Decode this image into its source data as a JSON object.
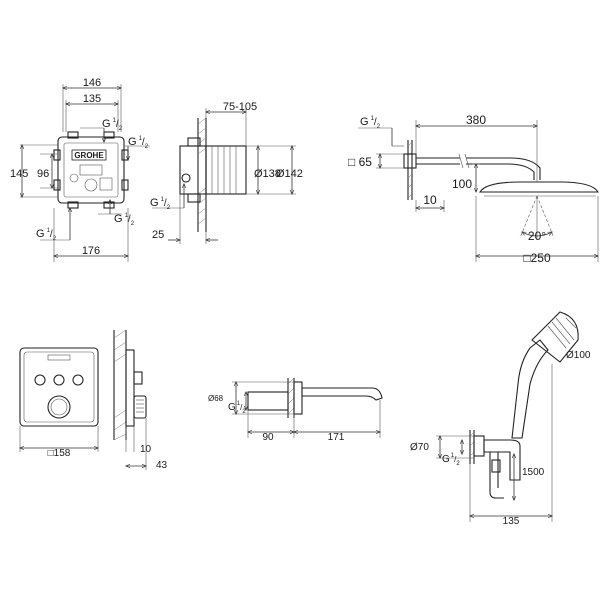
{
  "rough_in": {
    "w_outer": "146",
    "w_inner": "135",
    "thread_tr": "G",
    "thread_tr_frac": "1",
    "thread_tr_den": "2",
    "thread_r": "G",
    "thread_r_frac": "1",
    "thread_r_den": "2",
    "h_outer": "145",
    "h_inner": "96",
    "thread_br": "G",
    "thread_br_frac": "1",
    "thread_br_den": "2",
    "thread_bl": "G",
    "thread_bl_frac": "1",
    "thread_bl_den": "2",
    "w_bottom": "176",
    "logo": "GROHE"
  },
  "rough_in_side": {
    "depth_range": "75-105",
    "d1": "Ø138",
    "d2": "Ø142",
    "thread": "G",
    "thread_frac": "1",
    "thread_den": "2",
    "depth_min": "25"
  },
  "head_shower": {
    "thread": "G",
    "thread_frac": "1",
    "thread_den": "2",
    "flange": "□ 65",
    "arm_length": "380",
    "drop": "100",
    "offset": "10",
    "angle": "20°",
    "head_size": "□250"
  },
  "trim_plate": {
    "size": "□158",
    "depth": "10",
    "proj": "43"
  },
  "spout": {
    "diam": "Ø68",
    "thread": "G",
    "thread_frac": "1",
    "thread_den": "2",
    "base": "90",
    "length": "171"
  },
  "hand_shower": {
    "head_diam": "Ø100",
    "outlet_diam": "Ø70",
    "thread": "G",
    "thread_frac": "1",
    "thread_den": "2",
    "hose": "1500",
    "depth": "135"
  }
}
